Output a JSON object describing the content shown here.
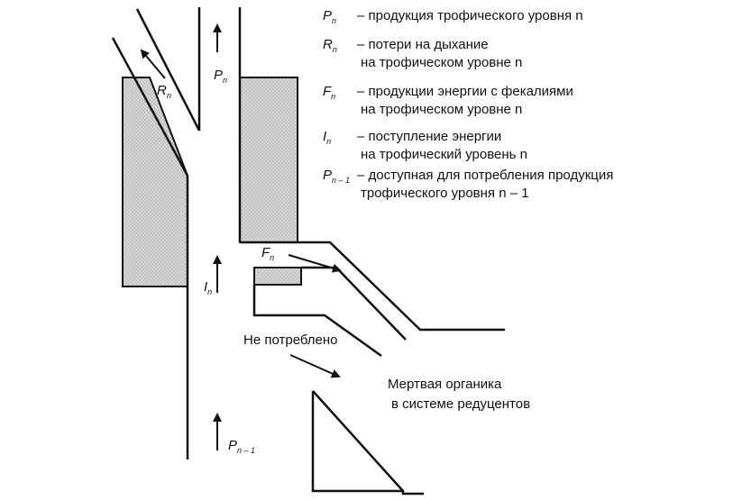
{
  "legend": [
    {
      "symbol": "P",
      "sub": "n",
      "dash": "–",
      "line1": "продукция трофического уровня n",
      "line2": ""
    },
    {
      "symbol": "R",
      "sub": "n",
      "dash": "–",
      "line1": "потери на  дыхание",
      "line2": "на трофическом уровне n"
    },
    {
      "symbol": "F",
      "sub": "n",
      "dash": "–",
      "line1": "продукции энергии с фекалиями",
      "line2": "на трофическом уровне n"
    },
    {
      "symbol": "I",
      "sub": "n",
      "dash": "–",
      "line1": "поступление энергии",
      "line2": "на трофический уровень n"
    },
    {
      "symbol": "P",
      "sub": "n – 1",
      "dash": "–",
      "line1": "доступная для потребления продукция",
      "line2": "трофического уровня n – 1"
    }
  ],
  "labels": {
    "r": {
      "symbol": "R",
      "sub": "n"
    },
    "p_top": {
      "symbol": "P",
      "sub": "n"
    },
    "f": {
      "symbol": "F",
      "sub": "n"
    },
    "i": {
      "symbol": "I",
      "sub": "n"
    },
    "p_bottom": {
      "symbol": "P",
      "sub": "n – 1"
    },
    "not_consumed": "Не потреблено",
    "dead_organic_1": "Мертвая органика",
    "dead_organic_2": "в системе редуцентов"
  },
  "colors": {
    "hatch_fill": "#d9d9d9",
    "line": "#111111"
  }
}
